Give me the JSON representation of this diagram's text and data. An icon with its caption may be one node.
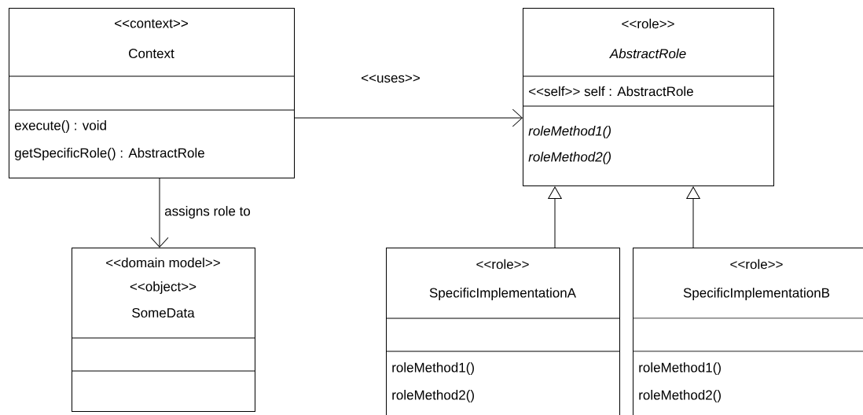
{
  "diagram": {
    "nodes": [
      {
        "text": [
          "<<context>>",
          "Context",
          "execute() : void",
          "getSpecificRole() : AbstractRole"
        ]
      },
      {
        "text": [
          "<<role>>",
          "AbstractRole",
          "<<self>> self : AbstractRole",
          "roleMethod1()",
          "roleMethod2()"
        ]
      },
      {
        "text": [
          "<<domain model>>",
          "<<object>>",
          "SomeData"
        ]
      },
      {
        "text": [
          "<<role>>",
          "SpecificImplementationA",
          "roleMethod1()",
          "roleMethod2()"
        ]
      },
      {
        "text": [
          "<<role>>",
          "SpecificImplementationB",
          "roleMethod1()",
          "roleMethod2()"
        ]
      }
    ],
    "edges": [
      {
        "from": 0,
        "to": 1,
        "arrow": "to",
        "label": "<<uses>>"
      },
      {
        "from": 0,
        "to": 2,
        "arrow": "to",
        "label": "assigns role to"
      },
      {
        "from": 3,
        "to": 1,
        "arrow": "to"
      },
      {
        "from": 4,
        "to": 1,
        "arrow": "to"
      }
    ]
  }
}
